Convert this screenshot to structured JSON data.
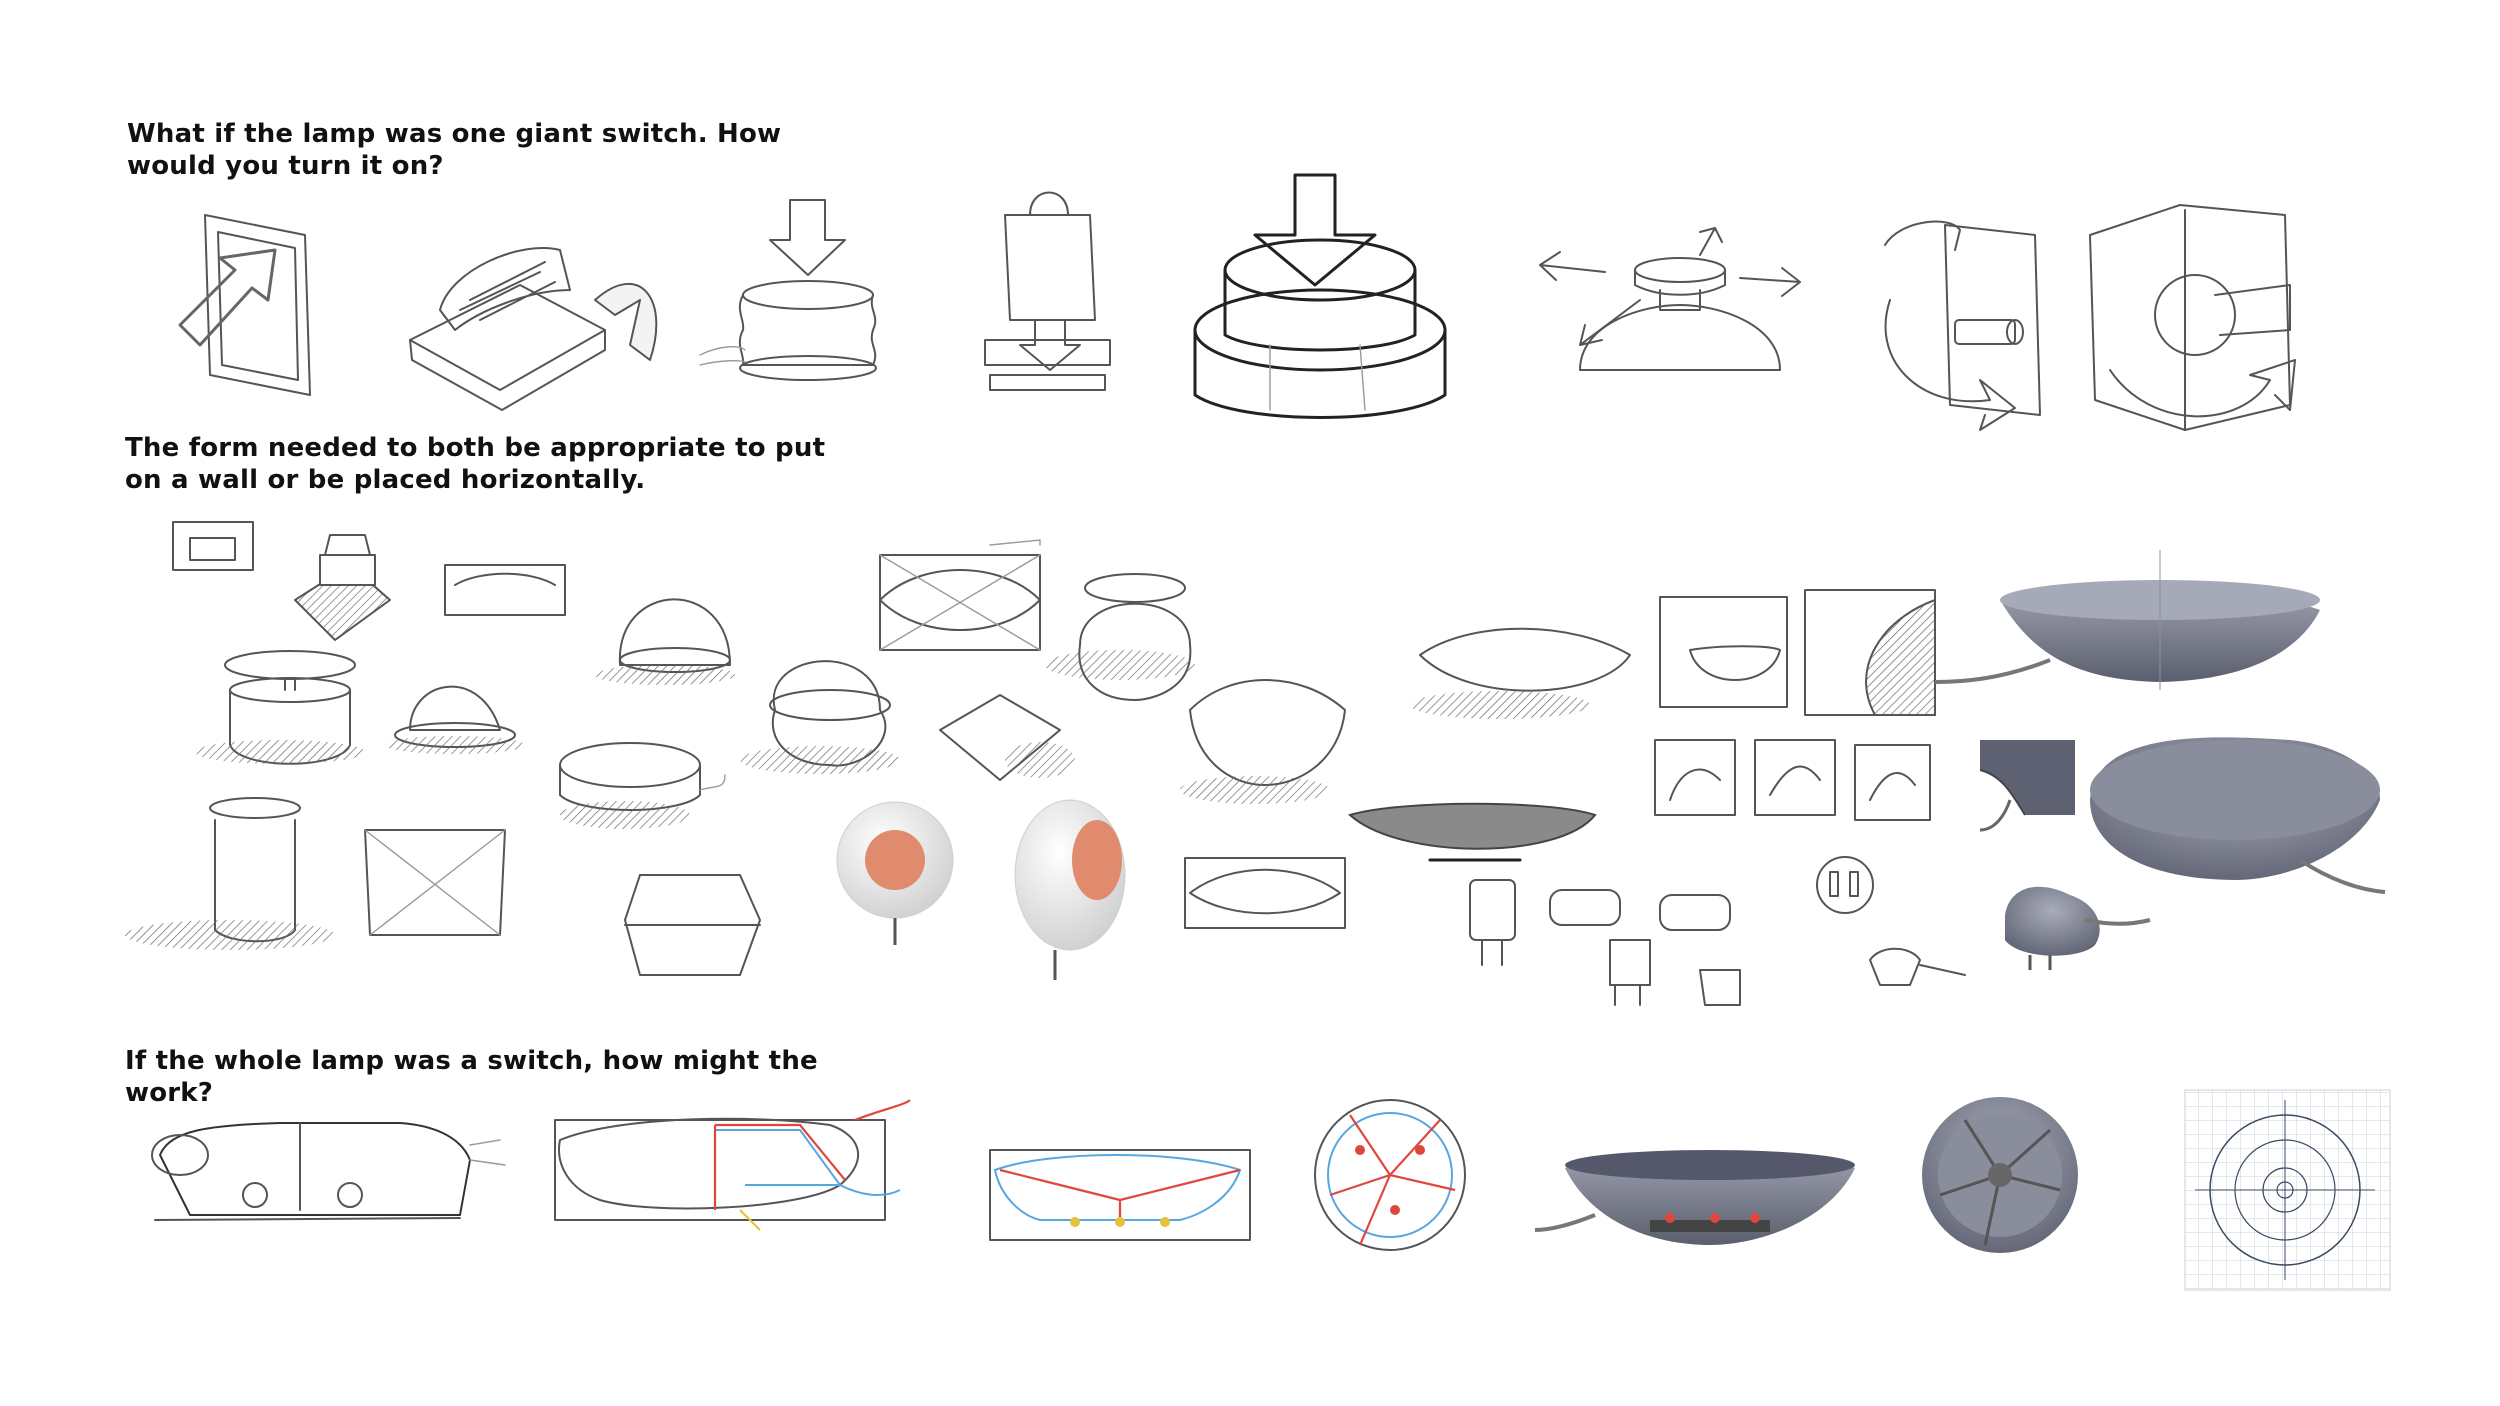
{
  "headings": {
    "section1": "What if the lamp was one giant switch. How would you turn it on?",
    "section2": "The form needed to both be appropriate to put on a wall or be placed horizontally.",
    "section3": "If the whole lamp was a switch, how might the work?"
  },
  "colors": {
    "ink": "#111111",
    "pencil": "#555555",
    "render_grey": "#7d8091",
    "accent_orange": "#e08a6e",
    "wire_red": "#e0473c",
    "wire_blue": "#58a6e0",
    "wire_yellow": "#e8c23a"
  }
}
